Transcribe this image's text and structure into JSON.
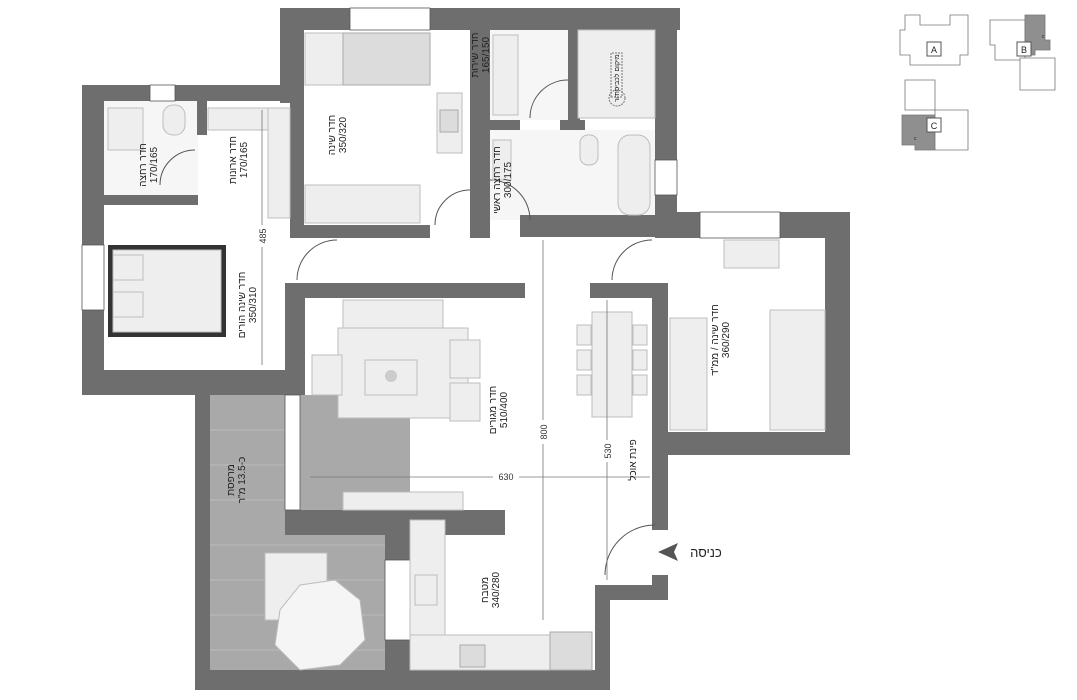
{
  "plan": {
    "rooms": [
      {
        "name": "חדר רחצה",
        "size": "170/165"
      },
      {
        "name": "חדר ארונות",
        "size": "170/165"
      },
      {
        "name": "חדר שינה",
        "size": "350/320"
      },
      {
        "name": "חדר שירות",
        "size": "165/150"
      },
      {
        "name": "חדר רחצה ראשי",
        "size": "300/175"
      },
      {
        "name": "חדר שינה הורים",
        "size": "350/310"
      },
      {
        "name": "חדר מגורים",
        "size": "510/400"
      },
      {
        "name": "פינת אוכל",
        "size": ""
      },
      {
        "name": "חדר שינה / ממ\"ד",
        "size": "360/290"
      },
      {
        "name": "מטבח",
        "size": "340/280"
      },
      {
        "name": "מרפסת",
        "size": "כ-13.5 מ\"ר"
      }
    ],
    "dimensions": {
      "d485": "485",
      "d800": "800",
      "d530": "530",
      "d630": "630"
    },
    "entrance_label": "כניסה",
    "service_notes": {
      "laundry": "מיקום לכביסה",
      "boiler": "דוד"
    }
  },
  "key_plan": {
    "labels": [
      "A",
      "B",
      "C"
    ],
    "highlight_marks": [
      "c",
      "c"
    ]
  },
  "colors": {
    "wall": "#6e6e6e",
    "balcony_floor": "#a9a9a9",
    "highlight": "#8f8f8f"
  }
}
